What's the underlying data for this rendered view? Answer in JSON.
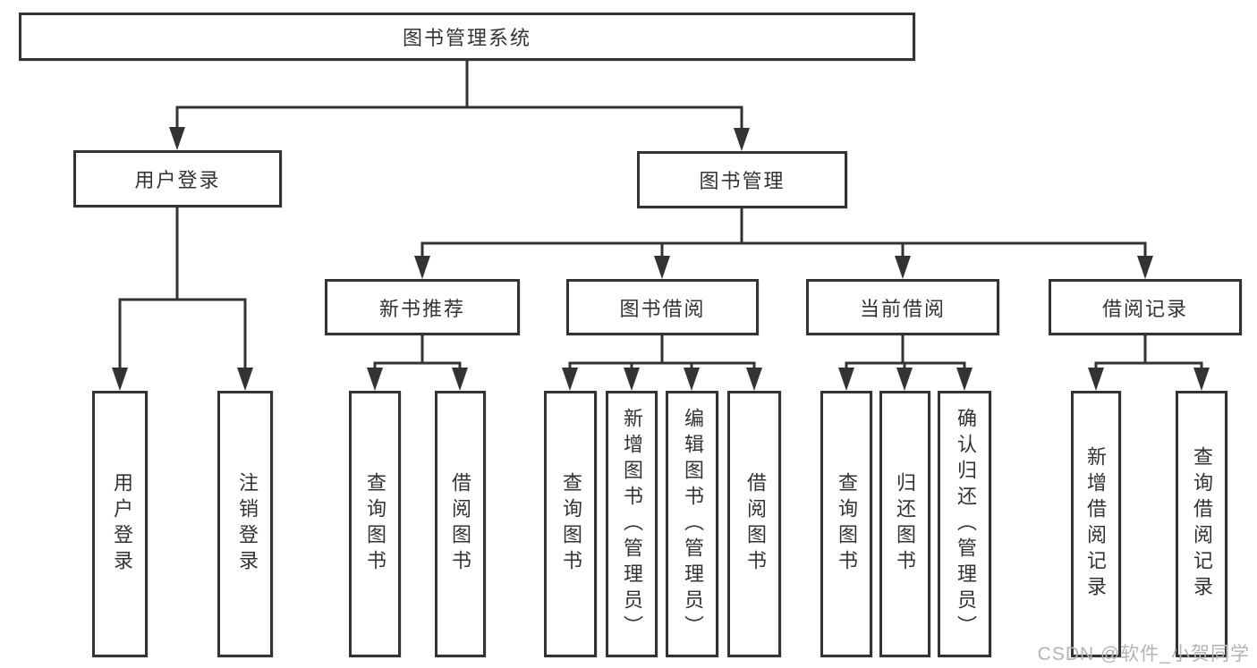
{
  "diagram": {
    "root": {
      "label": "图书管理系统"
    },
    "level2": [
      {
        "label": "用户登录"
      },
      {
        "label": "图书管理"
      }
    ],
    "level3": [
      {
        "label": "新书推荐"
      },
      {
        "label": "图书借阅"
      },
      {
        "label": "当前借阅"
      },
      {
        "label": "借阅记录"
      }
    ],
    "leaves": {
      "user_login": [
        {
          "label": "用户登录"
        },
        {
          "label": "注销登录"
        }
      ],
      "new_book": [
        {
          "label": "查询图书"
        },
        {
          "label": "借阅图书"
        }
      ],
      "book_borrow": [
        {
          "label": "查询图书"
        },
        {
          "label": "新增图书（管理员）"
        },
        {
          "label": "编辑图书（管理员）"
        },
        {
          "label": "借阅图书"
        }
      ],
      "current_borrow": [
        {
          "label": "查询图书"
        },
        {
          "label": "归还图书"
        },
        {
          "label": "确认归还（管理员）"
        }
      ],
      "borrow_records": [
        {
          "label": "新增借阅记录"
        },
        {
          "label": "查询借阅记录"
        }
      ]
    }
  },
  "watermark": {
    "text": "CSDN @软件_小贺同学"
  },
  "colors": {
    "line": "#333333",
    "node_border": "#333333",
    "text": "#333333",
    "watermark": "#b4b4b4",
    "background": "#ffffff"
  }
}
